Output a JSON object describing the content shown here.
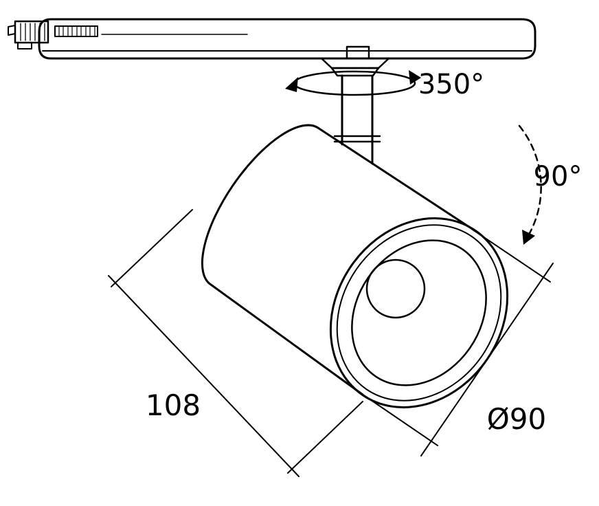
{
  "diagram": {
    "background": "#ffffff",
    "line_color": "#000000",
    "labels": {
      "rotation_range": "350°",
      "tilt_range": "90°",
      "body_length": "108",
      "face_diameter": "Ø90"
    }
  }
}
